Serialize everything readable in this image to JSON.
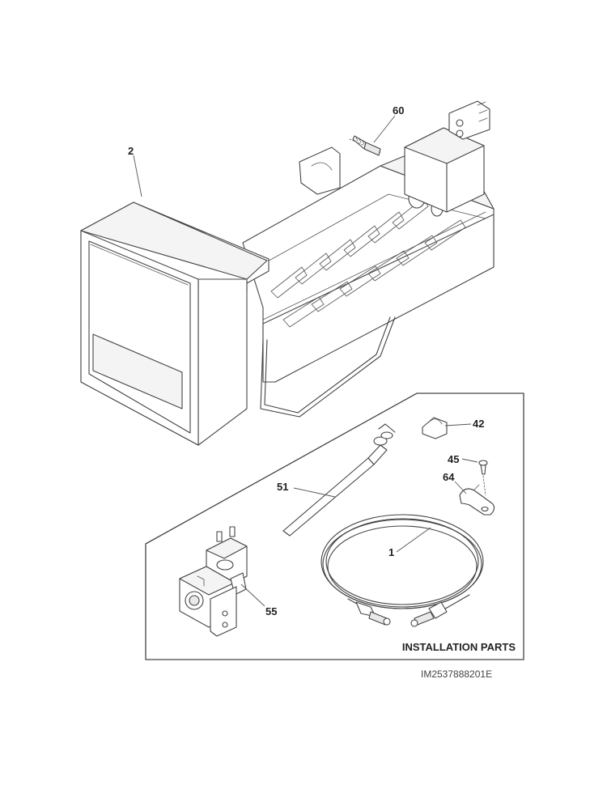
{
  "callouts": {
    "c2": "2",
    "c60": "60",
    "c42": "42",
    "c45": "45",
    "c64": "64",
    "c51": "51",
    "c1": "1",
    "c55": "55"
  },
  "installation_box": {
    "caption": "INSTALLATION PARTS"
  },
  "figure_id": "IM2537888201E",
  "parts": [
    {
      "ref": "2",
      "icon": "ice-maker-assembly-icon"
    },
    {
      "ref": "60",
      "icon": "screw-icon"
    },
    {
      "ref": "42",
      "icon": "clamp-icon"
    },
    {
      "ref": "45",
      "icon": "small-screw-icon"
    },
    {
      "ref": "64",
      "icon": "bracket-icon"
    },
    {
      "ref": "51",
      "icon": "tube-insert-icon"
    },
    {
      "ref": "1",
      "icon": "water-line-kit-icon"
    },
    {
      "ref": "55",
      "icon": "water-valve-icon"
    }
  ]
}
